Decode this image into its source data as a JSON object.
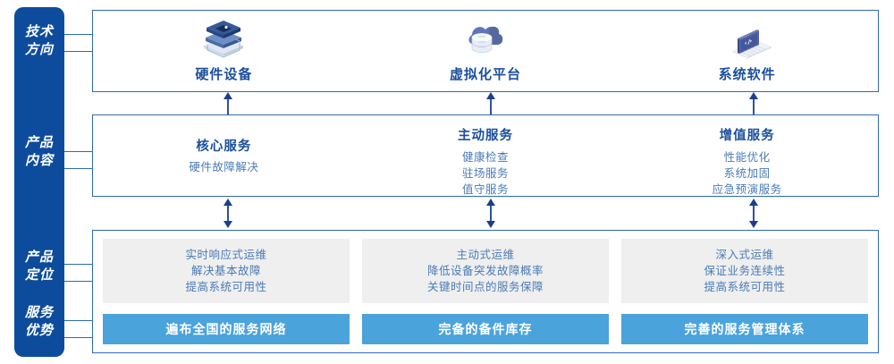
{
  "rail": {
    "items": [
      {
        "id": "tech-direction",
        "label": "技术\n方向"
      },
      {
        "id": "product-content",
        "label": "产品\n内容"
      },
      {
        "id": "product-position",
        "label": "产品\n定位"
      },
      {
        "id": "service-advantage",
        "label": "服务\n优势"
      }
    ]
  },
  "tech_section": {
    "cells": [
      {
        "icon": "server-stack-icon",
        "label": "硬件设备"
      },
      {
        "icon": "cloud-database-icon",
        "label": "虚拟化平台"
      },
      {
        "icon": "laptop-code-icon",
        "label": "系统软件"
      }
    ]
  },
  "content_section": {
    "cells": [
      {
        "title": "核心服务",
        "items": [
          "硬件故障解决"
        ]
      },
      {
        "title": "主动服务",
        "items": [
          "健康检查",
          "驻场服务",
          "值守服务"
        ]
      },
      {
        "title": "增值服务",
        "items": [
          "性能优化",
          "系统加固",
          "应急预演服务"
        ]
      }
    ]
  },
  "position_section": {
    "boxes": [
      {
        "lines": [
          "实时响应式运维",
          "解决基本故障",
          "提高系统可用性"
        ]
      },
      {
        "lines": [
          "主动式运维",
          "降低设备突发故障概率",
          "关键时间点的服务保障"
        ]
      },
      {
        "lines": [
          "深入式运维",
          "保证业务连续性",
          "提高系统可用性"
        ]
      }
    ]
  },
  "advantage_section": {
    "bars": [
      "遍布全国的服务网络",
      "完备的备件库存",
      "完善的服务管理体系"
    ]
  },
  "colors": {
    "rail_blue": "#0D4C9C",
    "border_blue": "#2E6BB0",
    "title_blue": "#1B4F9C",
    "text_blue": "#4A7BB5",
    "bar_blue": "#4BA3DC",
    "gray_box": "#EFEFEF",
    "arrow_blue": "#1B3F8F"
  }
}
